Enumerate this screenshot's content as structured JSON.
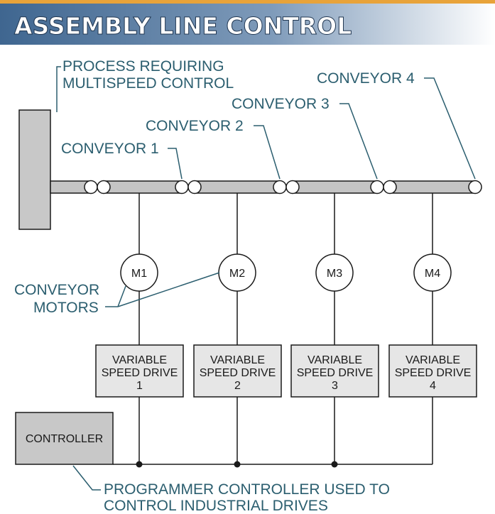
{
  "title": "ASSEMBLY LINE CONTROL",
  "colors": {
    "title_band": "#4a6f96",
    "title_band_light": "#dfe6ee",
    "top_stripe": "#e8a33a",
    "callout": "#2b5e6f",
    "box_fill": "#e6e6e6",
    "process_fill": "#c8c8c8",
    "controller_fill": "#c8c8c8",
    "conveyor_fill": "#c4c4c4",
    "line": "#1a1a1a"
  },
  "process": {
    "label_lines": [
      "PROCESS REQUIRING",
      "MULTISPEED CONTROL"
    ]
  },
  "conveyors": [
    {
      "label": "CONVEYOR 1"
    },
    {
      "label": "CONVEYOR 2"
    },
    {
      "label": "CONVEYOR 3"
    },
    {
      "label": "CONVEYOR 4"
    }
  ],
  "motors": [
    {
      "label": "M1"
    },
    {
      "label": "M2"
    },
    {
      "label": "M3"
    },
    {
      "label": "M4"
    }
  ],
  "motors_callout": {
    "label_lines": [
      "CONVEYOR",
      "MOTORS"
    ]
  },
  "drives": [
    {
      "lines": [
        "VARIABLE",
        "SPEED DRIVE",
        "1"
      ]
    },
    {
      "lines": [
        "VARIABLE",
        "SPEED DRIVE",
        "2"
      ]
    },
    {
      "lines": [
        "VARIABLE",
        "SPEED DRIVE",
        "3"
      ]
    },
    {
      "lines": [
        "VARIABLE",
        "SPEED DRIVE",
        "4"
      ]
    }
  ],
  "controller": {
    "label": "CONTROLLER",
    "callout_lines": [
      "PROGRAMMER CONTROLLER USED TO",
      "CONTROL INDUSTRIAL DRIVES"
    ]
  }
}
